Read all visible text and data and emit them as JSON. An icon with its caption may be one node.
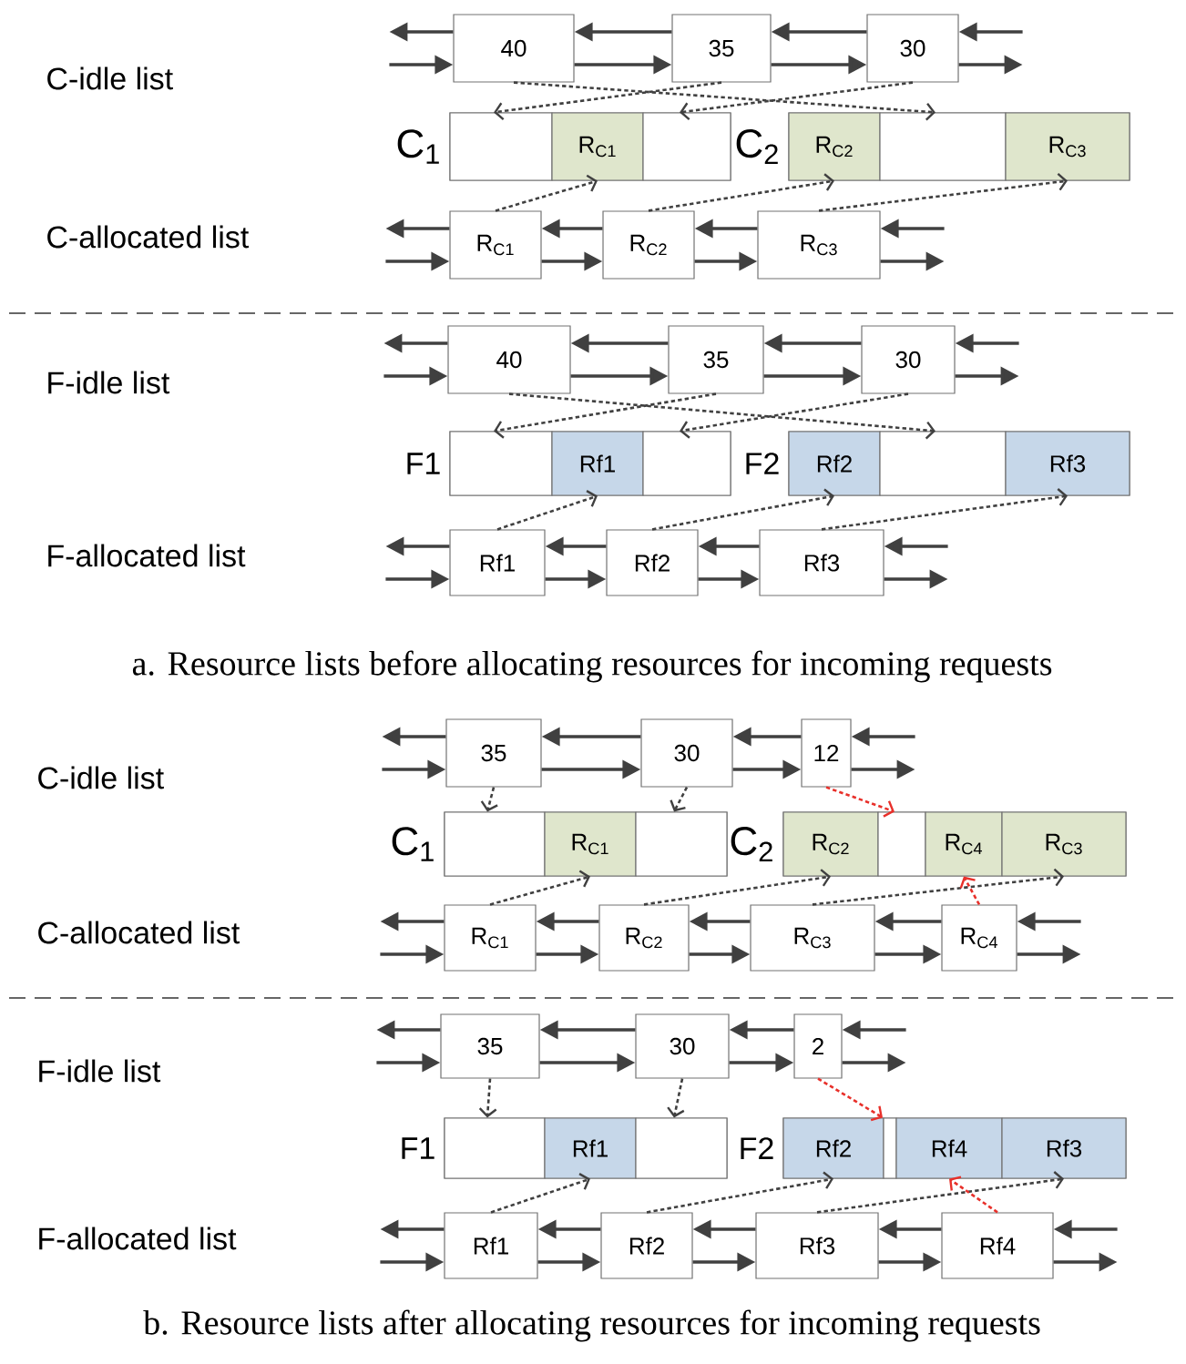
{
  "diagram": {
    "nodes": [
      {
        "text": [
          "40"
        ]
      },
      {
        "text": [
          "35"
        ]
      },
      {
        "text": [
          "30"
        ]
      },
      {
        "text": [
          "C$_{1}$"
        ]
      },
      {
        "text": [],
        "shape": "box",
        "in": 3
      },
      {
        "text": [
          "R$_{C1}$"
        ],
        "in": 3
      },
      {
        "text": [],
        "shape": "box",
        "in": 3
      },
      {
        "text": [
          "C$_{2}$"
        ]
      },
      {
        "text": [
          "R$_{C2}$"
        ],
        "in": 7
      },
      {
        "text": [],
        "shape": "box",
        "in": 7
      },
      {
        "text": [
          "R$_{C3}$"
        ],
        "in": 7
      },
      {
        "text": [
          "R$_{C1}$"
        ]
      },
      {
        "text": [
          "R$_{C2}$"
        ]
      },
      {
        "text": [
          "R$_{C3}$"
        ]
      },
      {
        "text": [
          "40"
        ]
      },
      {
        "text": [
          "35"
        ]
      },
      {
        "text": [
          "30"
        ]
      },
      {
        "text": [
          "F1"
        ]
      },
      {
        "text": [],
        "shape": "box",
        "in": 17
      },
      {
        "text": [
          "Rf1"
        ],
        "in": 17
      },
      {
        "text": [],
        "shape": "box",
        "in": 17
      },
      {
        "text": [
          "F2"
        ]
      },
      {
        "text": [
          "Rf2"
        ],
        "in": 21
      },
      {
        "text": [],
        "shape": "box",
        "in": 21
      },
      {
        "text": [
          "Rf3"
        ],
        "in": 21
      },
      {
        "text": [
          "Rf1"
        ]
      },
      {
        "text": [
          "Rf2"
        ]
      },
      {
        "text": [
          "Rf3"
        ]
      },
      {
        "text": [
          "35"
        ]
      },
      {
        "text": [
          "30"
        ]
      },
      {
        "text": [
          "12"
        ]
      },
      {
        "text": [
          "C$_{1}$"
        ]
      },
      {
        "text": [],
        "shape": "box",
        "in": 31
      },
      {
        "text": [
          "R$_{C1}$"
        ],
        "in": 31
      },
      {
        "text": [],
        "shape": "box",
        "in": 31
      },
      {
        "text": [
          "C$_{2}$"
        ]
      },
      {
        "text": [
          "R$_{C2}$"
        ],
        "in": 35
      },
      {
        "text": [],
        "shape": "box",
        "in": 35
      },
      {
        "text": [
          "R$_{C4}$"
        ],
        "in": 35
      },
      {
        "text": [
          "R$_{C3}$"
        ],
        "in": 35
      },
      {
        "text": [
          "R$_{C1}$"
        ]
      },
      {
        "text": [
          "R$_{C2}$"
        ]
      },
      {
        "text": [
          "R$_{C3}$"
        ]
      },
      {
        "text": [
          "R$_{C4}$"
        ]
      },
      {
        "text": [
          "35"
        ]
      },
      {
        "text": [
          "30"
        ]
      },
      {
        "text": [
          "2"
        ]
      },
      {
        "text": [
          "F1"
        ]
      },
      {
        "text": [],
        "shape": "box",
        "in": 47
      },
      {
        "text": [
          "Rf1"
        ],
        "in": 47
      },
      {
        "text": [],
        "shape": "box",
        "in": 47
      },
      {
        "text": [
          "F2"
        ]
      },
      {
        "text": [
          "Rf2"
        ],
        "in": 51
      },
      {
        "text": [],
        "shape": "box",
        "in": 51
      },
      {
        "text": [
          "Rf4"
        ],
        "in": 51
      },
      {
        "text": [
          "Rf3"
        ],
        "in": 51
      },
      {
        "text": [
          "Rf1"
        ]
      },
      {
        "text": [
          "Rf2"
        ]
      },
      {
        "text": [
          "Rf3"
        ]
      },
      {
        "text": [
          "Rf4"
        ]
      }
    ],
    "edges": [
      {
        "from": null,
        "to": 0,
        "arrow": "to"
      },
      {
        "from": 0,
        "to": null,
        "arrow": "to"
      },
      {
        "from": 1,
        "to": 0,
        "arrow": "to"
      },
      {
        "from": 0,
        "to": 1,
        "arrow": "to"
      },
      {
        "from": 2,
        "to": 1,
        "arrow": "to"
      },
      {
        "from": 1,
        "to": 2,
        "arrow": "to"
      },
      {
        "from": null,
        "to": 2,
        "arrow": "to"
      },
      {
        "from": 2,
        "to": null,
        "arrow": "to"
      },
      {
        "from": 0,
        "to": 9,
        "arrow": "to",
        "style": "dashed"
      },
      {
        "from": 1,
        "to": 4,
        "arrow": "to",
        "style": "dashed"
      },
      {
        "from": 2,
        "to": 6,
        "arrow": "to",
        "style": "dashed"
      },
      {
        "from": 11,
        "to": 5,
        "arrow": "to",
        "style": "dashed"
      },
      {
        "from": 12,
        "to": 8,
        "arrow": "to",
        "style": "dashed"
      },
      {
        "from": 13,
        "to": 10,
        "arrow": "to",
        "style": "dashed"
      },
      {
        "from": null,
        "to": 11,
        "arrow": "to"
      },
      {
        "from": 11,
        "to": null,
        "arrow": "to"
      },
      {
        "from": 12,
        "to": 11,
        "arrow": "to"
      },
      {
        "from": 11,
        "to": 12,
        "arrow": "to"
      },
      {
        "from": 13,
        "to": 12,
        "arrow": "to"
      },
      {
        "from": 12,
        "to": 13,
        "arrow": "to"
      },
      {
        "from": null,
        "to": 13,
        "arrow": "to"
      },
      {
        "from": 13,
        "to": null,
        "arrow": "to"
      },
      {
        "from": null,
        "to": 14,
        "arrow": "to"
      },
      {
        "from": 14,
        "to": null,
        "arrow": "to"
      },
      {
        "from": 15,
        "to": 14,
        "arrow": "to"
      },
      {
        "from": 14,
        "to": 15,
        "arrow": "to"
      },
      {
        "from": 16,
        "to": 15,
        "arrow": "to"
      },
      {
        "from": 15,
        "to": 16,
        "arrow": "to"
      },
      {
        "from": null,
        "to": 16,
        "arrow": "to"
      },
      {
        "from": 16,
        "to": null,
        "arrow": "to"
      },
      {
        "from": 14,
        "to": 23,
        "arrow": "to",
        "style": "dashed"
      },
      {
        "from": 15,
        "to": 18,
        "arrow": "to",
        "style": "dashed"
      },
      {
        "from": 16,
        "to": 20,
        "arrow": "to",
        "style": "dashed"
      },
      {
        "from": 25,
        "to": 19,
        "arrow": "to",
        "style": "dashed"
      },
      {
        "from": 26,
        "to": 22,
        "arrow": "to",
        "style": "dashed"
      },
      {
        "from": 27,
        "to": 24,
        "arrow": "to",
        "style": "dashed"
      },
      {
        "from": null,
        "to": 25,
        "arrow": "to"
      },
      {
        "from": 25,
        "to": null,
        "arrow": "to"
      },
      {
        "from": 26,
        "to": 25,
        "arrow": "to"
      },
      {
        "from": 25,
        "to": 26,
        "arrow": "to"
      },
      {
        "from": 27,
        "to": 26,
        "arrow": "to"
      },
      {
        "from": 26,
        "to": 27,
        "arrow": "to"
      },
      {
        "from": null,
        "to": 27,
        "arrow": "to"
      },
      {
        "from": 27,
        "to": null,
        "arrow": "to"
      },
      {
        "from": null,
        "to": 28,
        "arrow": "to"
      },
      {
        "from": 28,
        "to": null,
        "arrow": "to"
      },
      {
        "from": 29,
        "to": 28,
        "arrow": "to"
      },
      {
        "from": 28,
        "to": 29,
        "arrow": "to"
      },
      {
        "from": 30,
        "to": 29,
        "arrow": "to"
      },
      {
        "from": 29,
        "to": 30,
        "arrow": "to"
      },
      {
        "from": null,
        "to": 30,
        "arrow": "to"
      },
      {
        "from": 30,
        "to": null,
        "arrow": "to"
      },
      {
        "from": 28,
        "to": 32,
        "arrow": "to",
        "style": "dashed"
      },
      {
        "from": 29,
        "to": 34,
        "arrow": "to",
        "style": "dashed"
      },
      {
        "from": 30,
        "to": 37,
        "arrow": "to",
        "style": "dashed",
        "color": "#e8302a"
      },
      {
        "from": 40,
        "to": 33,
        "arrow": "to",
        "style": "dashed"
      },
      {
        "from": 41,
        "to": 36,
        "arrow": "to",
        "style": "dashed"
      },
      {
        "from": 42,
        "to": 39,
        "arrow": "to",
        "style": "dashed"
      },
      {
        "from": 43,
        "to": 38,
        "arrow": "to",
        "style": "dashed",
        "color": "#e8302a"
      },
      {
        "from": null,
        "to": 40,
        "arrow": "to"
      },
      {
        "from": 40,
        "to": null,
        "arrow": "to"
      },
      {
        "from": 41,
        "to": 40,
        "arrow": "to"
      },
      {
        "from": 40,
        "to": 41,
        "arrow": "to"
      },
      {
        "from": 42,
        "to": 41,
        "arrow": "to"
      },
      {
        "from": 41,
        "to": 42,
        "arrow": "to"
      },
      {
        "from": 43,
        "to": 42,
        "arrow": "to"
      },
      {
        "from": 42,
        "to": 43,
        "arrow": "to"
      },
      {
        "from": null,
        "to": 43,
        "arrow": "to"
      },
      {
        "from": 43,
        "to": null,
        "arrow": "to"
      },
      {
        "from": null,
        "to": 44,
        "arrow": "to"
      },
      {
        "from": 44,
        "to": null,
        "arrow": "to"
      },
      {
        "from": 45,
        "to": 44,
        "arrow": "to"
      },
      {
        "from": 44,
        "to": 45,
        "arrow": "to"
      },
      {
        "from": 46,
        "to": 45,
        "arrow": "to"
      },
      {
        "from": 45,
        "to": 46,
        "arrow": "to"
      },
      {
        "from": null,
        "to": 46,
        "arrow": "to"
      },
      {
        "from": 46,
        "to": null,
        "arrow": "to"
      },
      {
        "from": 44,
        "to": 48,
        "arrow": "to",
        "style": "dashed"
      },
      {
        "from": 45,
        "to": 50,
        "arrow": "to",
        "style": "dashed"
      },
      {
        "from": 46,
        "to": 53,
        "arrow": "to",
        "style": "dashed",
        "color": "#e8302a"
      },
      {
        "from": 56,
        "to": 49,
        "arrow": "to",
        "style": "dashed"
      },
      {
        "from": 57,
        "to": 52,
        "arrow": "to",
        "style": "dashed"
      },
      {
        "from": 58,
        "to": 55,
        "arrow": "to",
        "style": "dashed"
      },
      {
        "from": 59,
        "to": 54,
        "arrow": "to",
        "style": "dashed",
        "color": "#e8302a"
      },
      {
        "from": null,
        "to": 56,
        "arrow": "to"
      },
      {
        "from": 56,
        "to": null,
        "arrow": "to"
      },
      {
        "from": 57,
        "to": 56,
        "arrow": "to"
      },
      {
        "from": 56,
        "to": 57,
        "arrow": "to"
      },
      {
        "from": 58,
        "to": 57,
        "arrow": "to"
      },
      {
        "from": 57,
        "to": 58,
        "arrow": "to"
      },
      {
        "from": 59,
        "to": 58,
        "arrow": "to"
      },
      {
        "from": 58,
        "to": 59,
        "arrow": "to"
      },
      {
        "from": null,
        "to": 59,
        "arrow": "to"
      },
      {
        "from": 59,
        "to": null,
        "arrow": "to"
      }
    ],
    "labels": [
      "C-idle list",
      "C-allocated list",
      "F-idle list",
      "F-allocated list",
      "a. Resource lists before allocating resources for incoming requests",
      "C-idle list",
      "C-allocated list",
      "F-idle list",
      "F-allocated list",
      "b. Resource lists after allocating resources for incoming requests"
    ]
  }
}
